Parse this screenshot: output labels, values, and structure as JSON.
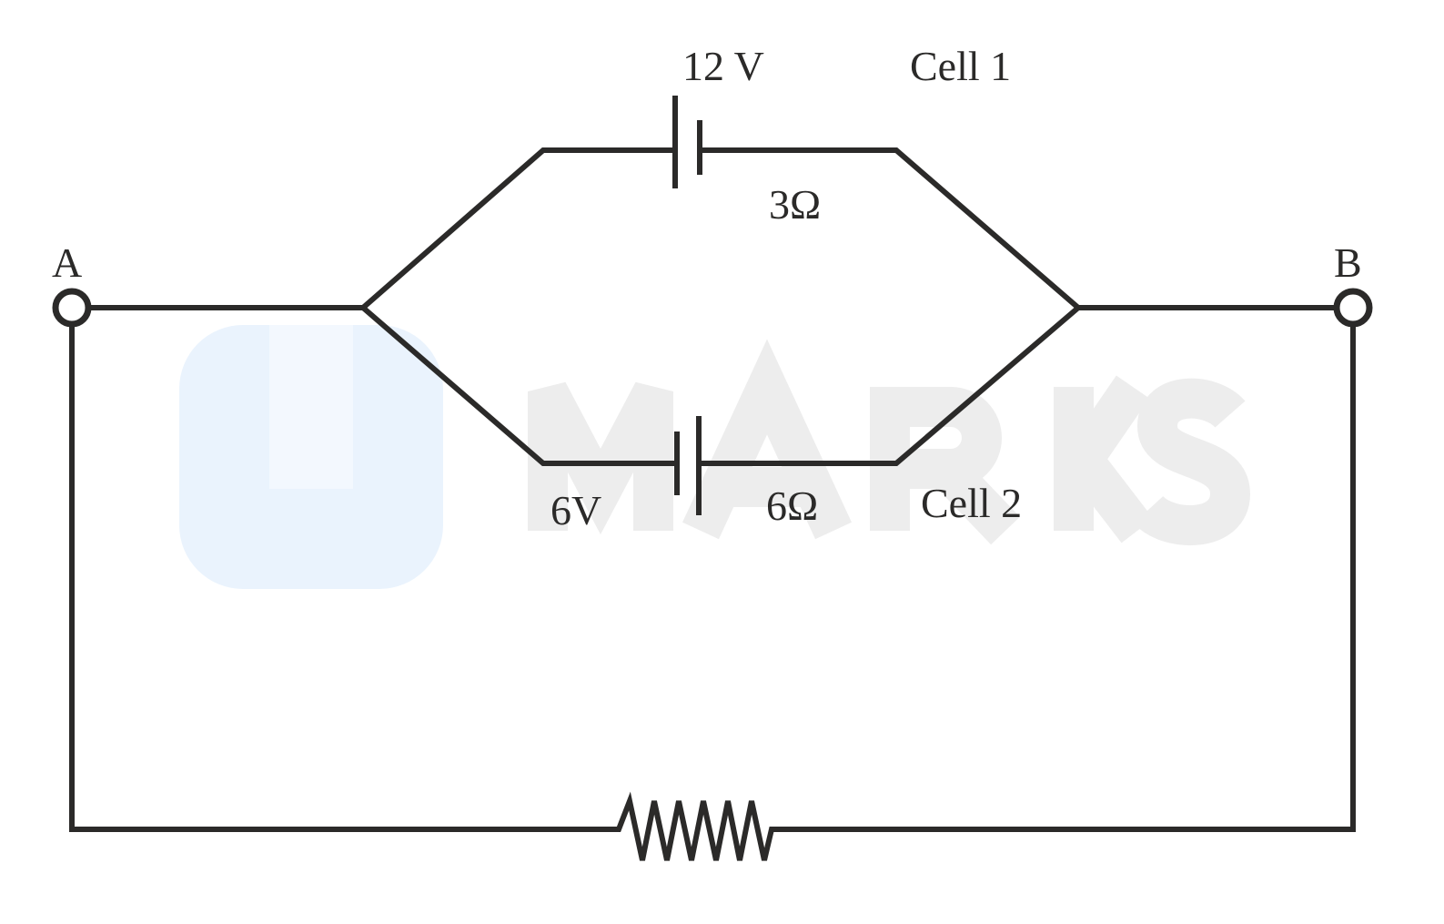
{
  "watermark": "MARKS",
  "colors": {
    "ink": "#2b2a29",
    "watermark_text": "#ededed",
    "watermark_logo": "#eaf3fd"
  },
  "terminals": {
    "a": "A",
    "b": "B"
  },
  "cell1": {
    "name": "Cell 1",
    "emf": "12 V",
    "resistance": "3Ω"
  },
  "cell2": {
    "name": "Cell 2",
    "emf": "6V",
    "resistance": "6Ω"
  }
}
